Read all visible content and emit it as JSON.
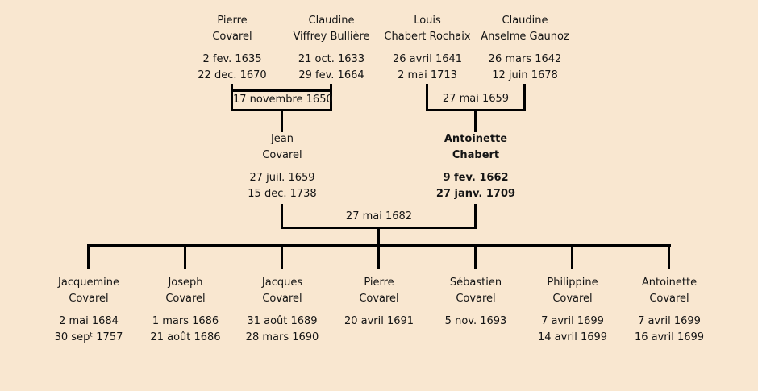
{
  "figure": {
    "background": "#f9e7d0",
    "line_color": "#000000",
    "text_color": "#141414"
  },
  "grandparents": [
    {
      "first": "Pierre",
      "last": "Covarel",
      "birth": "2 fev. 1635",
      "death": "22 dec. 1670"
    },
    {
      "first": "Claudine",
      "last": "Viffrey Bullière",
      "birth": "21 oct. 1633",
      "death": "29 fev. 1664"
    },
    {
      "first": "Louis",
      "last": "Chabert Rochaix",
      "birth": "26 avril 1641",
      "death": "2 mai 1713"
    },
    {
      "first": "Claudine",
      "last": "Anselme Gaunoz",
      "birth": "26 mars 1642",
      "death": "12 juin 1678"
    }
  ],
  "marriages": [
    {
      "date": "17 novembre 1650"
    },
    {
      "date": "27 mai 1659"
    },
    {
      "date": "27 mai 1682"
    }
  ],
  "parents": [
    {
      "first": "Jean",
      "last": "Covarel",
      "birth": "27 juil. 1659",
      "death": "15 dec. 1738"
    },
    {
      "first": "Antoinette",
      "last": "Chabert",
      "birth": "9 fev. 1662",
      "death": "27 janv. 1709"
    }
  ],
  "children": [
    {
      "first": "Jacquemine",
      "last": "Covarel",
      "birth": "2 mai 1684",
      "death": "30 sepᵗ 1757"
    },
    {
      "first": "Joseph",
      "last": "Covarel",
      "birth": "1 mars 1686",
      "death": "21 août 1686"
    },
    {
      "first": "Jacques",
      "last": "Covarel",
      "birth": "31 août 1689",
      "death": "28 mars 1690"
    },
    {
      "first": "Pierre",
      "last": "Covarel",
      "birth": "20 avril 1691",
      "death": ""
    },
    {
      "first": "Sébastien",
      "last": "Covarel",
      "birth": "5 nov. 1693",
      "death": ""
    },
    {
      "first": "Philippine",
      "last": "Covarel",
      "birth": "7 avril 1699",
      "death": "14 avril 1699"
    },
    {
      "first": "Antoinette",
      "last": "Covarel",
      "birth": "7 avril 1699",
      "death": "16 avril 1699"
    }
  ]
}
